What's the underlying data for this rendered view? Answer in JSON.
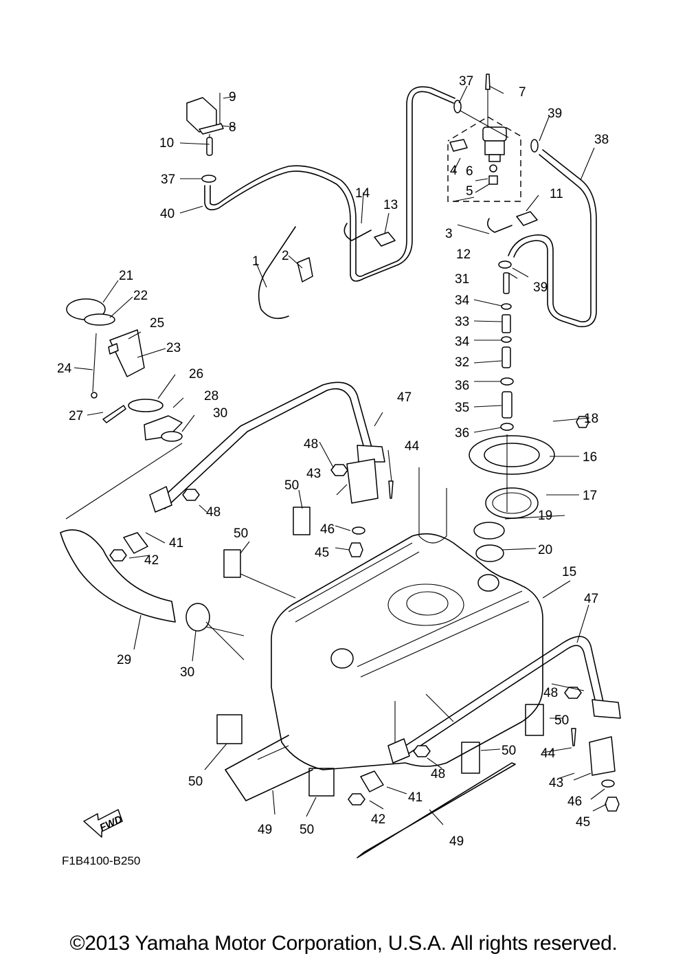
{
  "diagram": {
    "title_code": "F1B4100-B250",
    "direction_marker": "FWD",
    "copyright": "©2013 Yamaha Motor Corporation, U.S.A. All rights reserved.",
    "callouts": [
      {
        "id": "c1",
        "label": "1"
      },
      {
        "id": "c2",
        "label": "2"
      },
      {
        "id": "c3",
        "label": "3"
      },
      {
        "id": "c4",
        "label": "4"
      },
      {
        "id": "c5",
        "label": "5"
      },
      {
        "id": "c6",
        "label": "6"
      },
      {
        "id": "c7",
        "label": "7"
      },
      {
        "id": "c8",
        "label": "8"
      },
      {
        "id": "c9",
        "label": "9"
      },
      {
        "id": "c10",
        "label": "10"
      },
      {
        "id": "c11",
        "label": "11"
      },
      {
        "id": "c12",
        "label": "12"
      },
      {
        "id": "c13",
        "label": "13"
      },
      {
        "id": "c14",
        "label": "14"
      },
      {
        "id": "c15",
        "label": "15"
      },
      {
        "id": "c16",
        "label": "16"
      },
      {
        "id": "c17",
        "label": "17"
      },
      {
        "id": "c18",
        "label": "18"
      },
      {
        "id": "c19",
        "label": "19"
      },
      {
        "id": "c20",
        "label": "20"
      },
      {
        "id": "c21",
        "label": "21"
      },
      {
        "id": "c22",
        "label": "22"
      },
      {
        "id": "c23",
        "label": "23"
      },
      {
        "id": "c24",
        "label": "24"
      },
      {
        "id": "c25",
        "label": "25"
      },
      {
        "id": "c26",
        "label": "26"
      },
      {
        "id": "c27",
        "label": "27"
      },
      {
        "id": "c28",
        "label": "28"
      },
      {
        "id": "c29",
        "label": "29"
      },
      {
        "id": "c30a",
        "label": "30"
      },
      {
        "id": "c30b",
        "label": "30"
      },
      {
        "id": "c31",
        "label": "31"
      },
      {
        "id": "c32",
        "label": "32"
      },
      {
        "id": "c33",
        "label": "33"
      },
      {
        "id": "c34a",
        "label": "34"
      },
      {
        "id": "c34b",
        "label": "34"
      },
      {
        "id": "c35",
        "label": "35"
      },
      {
        "id": "c36a",
        "label": "36"
      },
      {
        "id": "c36b",
        "label": "36"
      },
      {
        "id": "c37a",
        "label": "37"
      },
      {
        "id": "c37b",
        "label": "37"
      },
      {
        "id": "c38",
        "label": "38"
      },
      {
        "id": "c39a",
        "label": "39"
      },
      {
        "id": "c39b",
        "label": "39"
      },
      {
        "id": "c40",
        "label": "40"
      },
      {
        "id": "c41a",
        "label": "41"
      },
      {
        "id": "c41b",
        "label": "41"
      },
      {
        "id": "c42a",
        "label": "42"
      },
      {
        "id": "c42b",
        "label": "42"
      },
      {
        "id": "c43a",
        "label": "43"
      },
      {
        "id": "c43b",
        "label": "43"
      },
      {
        "id": "c44a",
        "label": "44"
      },
      {
        "id": "c44b",
        "label": "44"
      },
      {
        "id": "c45a",
        "label": "45"
      },
      {
        "id": "c45b",
        "label": "45"
      },
      {
        "id": "c46a",
        "label": "46"
      },
      {
        "id": "c46b",
        "label": "46"
      },
      {
        "id": "c47a",
        "label": "47"
      },
      {
        "id": "c47b",
        "label": "47"
      },
      {
        "id": "c48a",
        "label": "48"
      },
      {
        "id": "c48b",
        "label": "48"
      },
      {
        "id": "c48c",
        "label": "48"
      },
      {
        "id": "c48d",
        "label": "48"
      },
      {
        "id": "c49a",
        "label": "49"
      },
      {
        "id": "c49b",
        "label": "49"
      },
      {
        "id": "c50a",
        "label": "50"
      },
      {
        "id": "c50b",
        "label": "50"
      },
      {
        "id": "c50c",
        "label": "50"
      },
      {
        "id": "c50d",
        "label": "50"
      },
      {
        "id": "c50e",
        "label": "50"
      },
      {
        "id": "c50f",
        "label": "50"
      }
    ]
  }
}
